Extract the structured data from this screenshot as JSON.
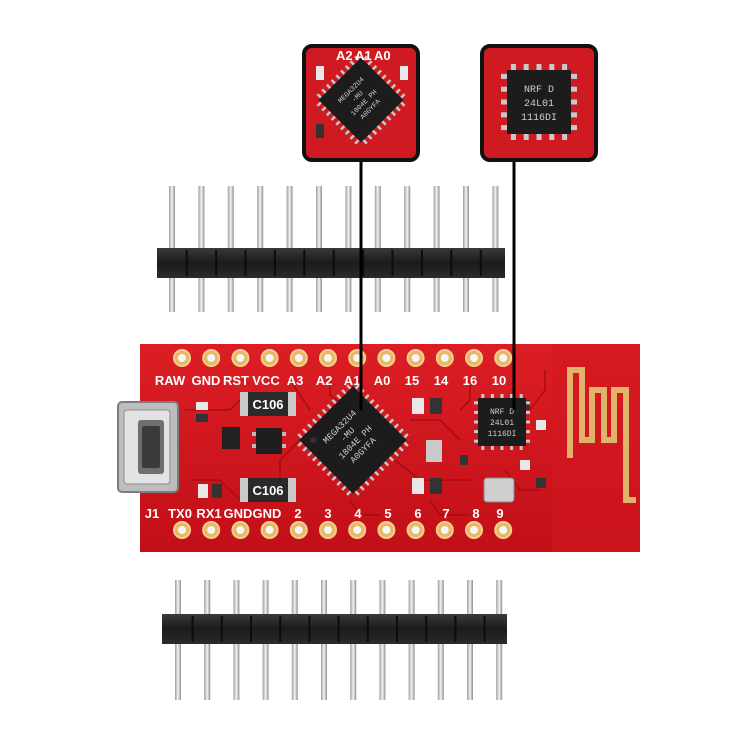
{
  "board": {
    "top_pins": [
      "RAW",
      "GND",
      "RST",
      "VCC",
      "A3",
      "A2",
      "A1",
      "A0",
      "15",
      "14",
      "16",
      "10"
    ],
    "bottom_pins": [
      "J1",
      "TX0",
      "RX1",
      "GND",
      "GND",
      "2",
      "3",
      "4",
      "5",
      "6",
      "7",
      "8",
      "9"
    ],
    "cap_labels": [
      "C106",
      "C106"
    ],
    "mcu_marking": [
      "MEGA32U4",
      "-MU",
      "1804E PH",
      "A0GYFA"
    ],
    "radio_marking": [
      "NRF D",
      "24L01",
      "1116DI"
    ]
  },
  "zoom": {
    "mcu_marking": [
      "MEGA32U4",
      "-MU",
      "1804E PH",
      "A0GYFA"
    ],
    "mcu_pin_labels": [
      "A2",
      "A1",
      "A0"
    ],
    "radio_marking": [
      "NRF D",
      "24L01",
      "1116DI"
    ]
  },
  "colors": {
    "pcb": "#d0141c",
    "chip": "#1a1a1a",
    "header": "#222222",
    "pin": "#d9d9d9",
    "gold": "#e0b26a"
  }
}
